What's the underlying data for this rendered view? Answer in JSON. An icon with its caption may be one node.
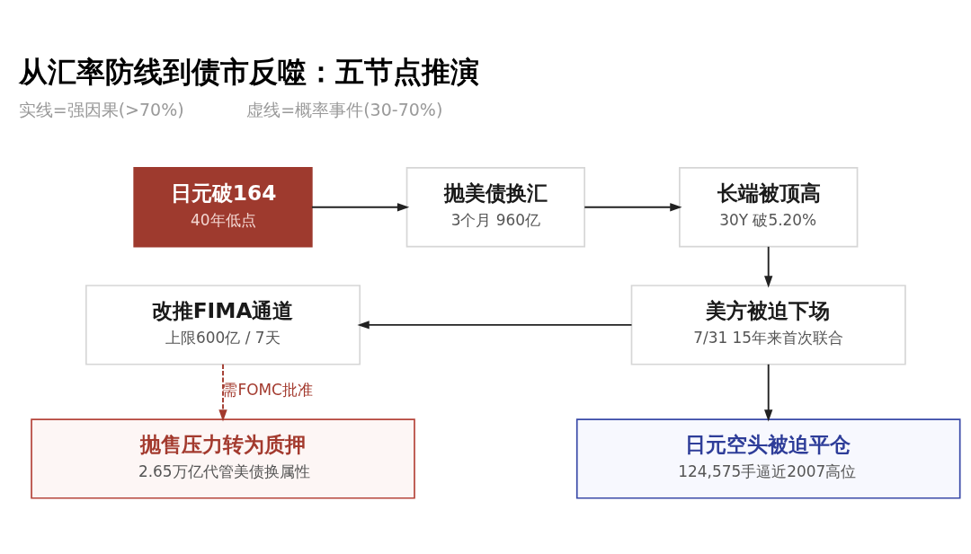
{
  "diagram": {
    "title": "从汇率防线到债市反噬：五节点推演",
    "nodes": [
      {
        "text": [
          "日元破164",
          "40年低点"
        ]
      },
      {
        "text": [
          "抛美债换汇",
          "3个月 960亿"
        ]
      },
      {
        "text": [
          "长端被顶高",
          "30Y 破5.20%"
        ]
      },
      {
        "text": [
          "改推FIMA通道",
          "上限600亿 / 7天"
        ]
      },
      {
        "text": [
          "美方被迫下场",
          "7/31 15年来首次联合"
        ]
      },
      {
        "text": [
          "抛售压力转为质押",
          "2.65万亿代管美债换属性"
        ]
      },
      {
        "text": [
          "日元空头被迫平仓",
          "124,575手逼近2007高位"
        ]
      }
    ],
    "edges": [
      {
        "from": 0,
        "to": 1,
        "arrow": "to"
      },
      {
        "from": 1,
        "to": 2,
        "arrow": "to"
      },
      {
        "from": 2,
        "to": 4,
        "arrow": "to"
      },
      {
        "from": 4,
        "to": 3,
        "arrow": "to"
      },
      {
        "from": 3,
        "to": 5,
        "arrow": "to",
        "label": "需FOMC批准",
        "style": "dashed",
        "color": "#a33a2e"
      },
      {
        "from": 4,
        "to": 6,
        "arrow": "to"
      }
    ],
    "labels": [
      "实线=强因果(>70%)",
      "虚线=概率事件(30-70%)"
    ]
  }
}
